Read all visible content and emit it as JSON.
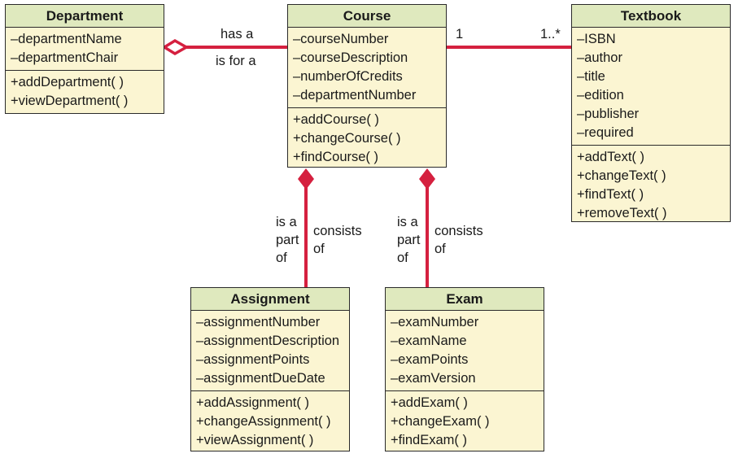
{
  "classes": {
    "department": {
      "name": "Department",
      "attributes": [
        "–departmentName",
        "–departmentChair"
      ],
      "operations": [
        "+addDepartment( )",
        "+viewDepartment( )"
      ]
    },
    "course": {
      "name": "Course",
      "attributes": [
        "–courseNumber",
        "–courseDescription",
        "–numberOfCredits",
        "–departmentNumber"
      ],
      "operations": [
        "+addCourse( )",
        "+changeCourse( )",
        "+findCourse( )"
      ]
    },
    "textbook": {
      "name": "Textbook",
      "attributes": [
        "–ISBN",
        "–author",
        "–title",
        "–edition",
        "–publisher",
        "–required"
      ],
      "operations": [
        "+addText( )",
        "+changeText( )",
        "+findText( )",
        "+removeText( )"
      ]
    },
    "assignment": {
      "name": "Assignment",
      "attributes": [
        "–assignmentNumber",
        "–assignmentDescription",
        "–assignmentPoints",
        "–assignmentDueDate"
      ],
      "operations": [
        "+addAssignment( )",
        "+changeAssignment( )",
        "+viewAssignment( )"
      ]
    },
    "exam": {
      "name": "Exam",
      "attributes": [
        "–examNumber",
        "–examName",
        "–examPoints",
        "–examVersion"
      ],
      "operations": [
        "+addExam( )",
        "+changeExam( )",
        "+findExam( )"
      ]
    }
  },
  "relations": {
    "dept_course": {
      "forward": "has a",
      "reverse": "is for a"
    },
    "course_textbook": {
      "mult_course": "1",
      "mult_textbook": "1..*"
    },
    "assignment_course": {
      "part": [
        "is a",
        "part",
        "of"
      ],
      "consists": [
        "consists",
        "of"
      ]
    },
    "exam_course": {
      "part": [
        "is a",
        "part",
        "of"
      ],
      "consists": [
        "consists",
        "of"
      ]
    }
  },
  "colors": {
    "connector": "#d5203f",
    "header": "#dfe9be",
    "body": "#fbf5d2"
  }
}
